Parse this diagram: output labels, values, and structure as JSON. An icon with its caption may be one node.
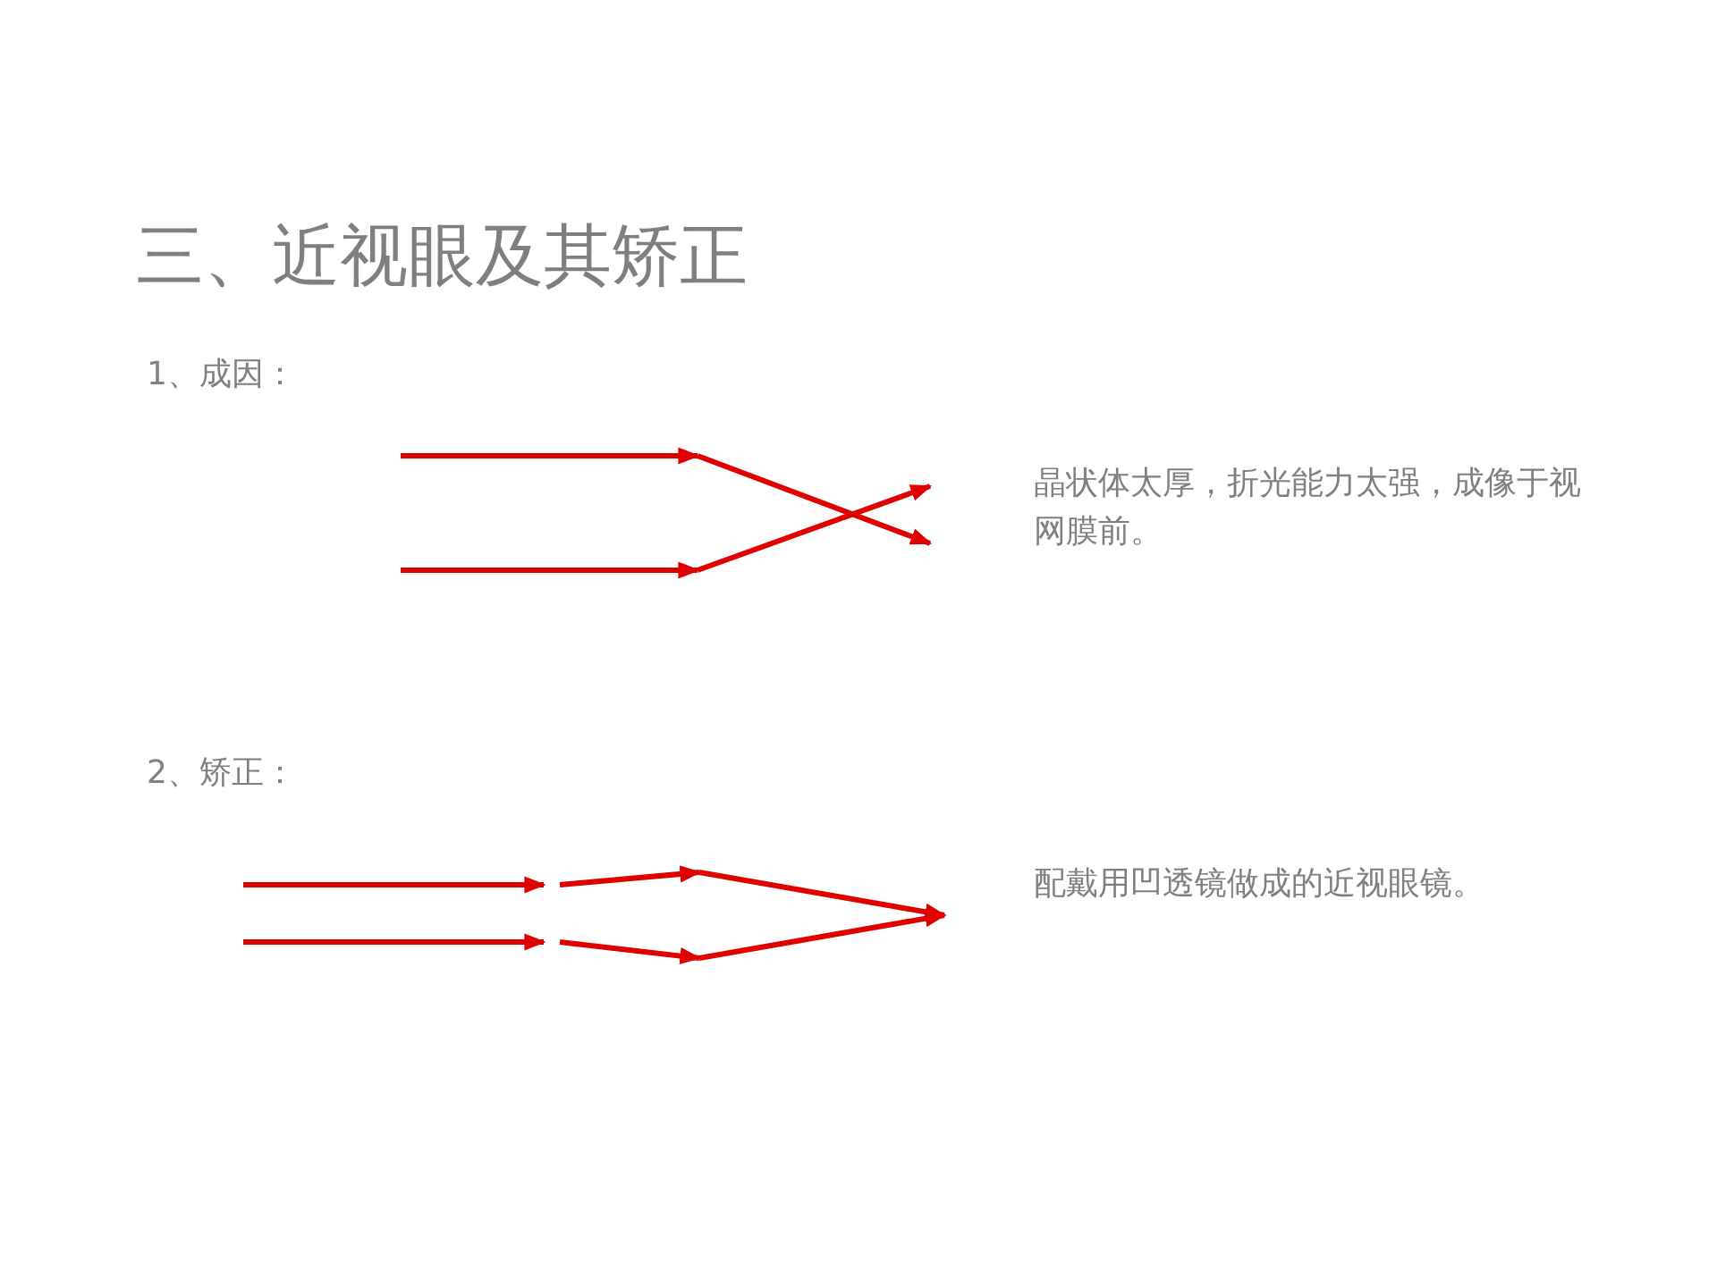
{
  "diagram": {
    "title": "三、近视眼及其矫正",
    "labels": [
      "1、成因：",
      "晶状体太厚，折光能力太强，成像于视网膜前。",
      "2、矫正：",
      "配戴用凹透镜做成的近视眼镜。"
    ]
  }
}
